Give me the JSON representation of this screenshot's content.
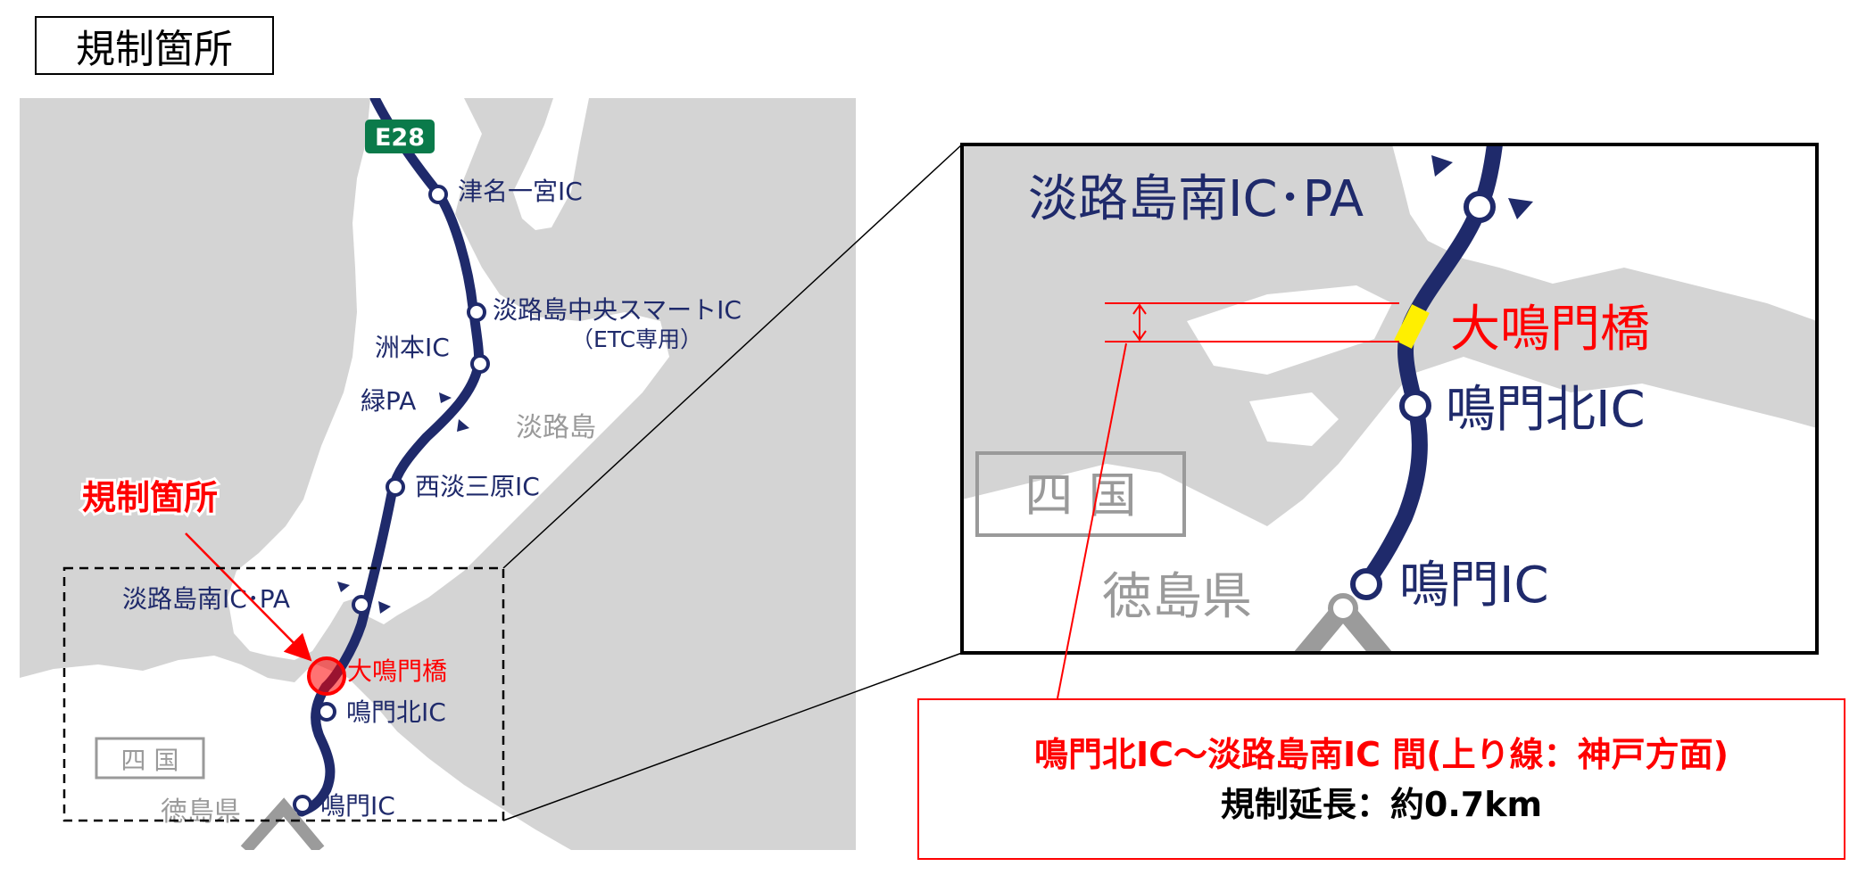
{
  "title": "規制箇所",
  "colors": {
    "route": "#1f2a6b",
    "land": "#ffffff",
    "sea": "#d4d4d4",
    "highlight": "#ff0000",
    "bridge_section": "#ffef00",
    "route_shield": "#0a7a4a"
  },
  "overview_map": {
    "route_shield": "E28",
    "stations": {
      "tsuna_ichinomiya": "津名一宮IC",
      "awaji_chuo_smart": "淡路島中央スマートIC",
      "awaji_chuo_smart_note": "（ETC専用）",
      "sumoto": "洲本IC",
      "midori_pa": "緑PA",
      "nishiawaji_mihara": "西淡三原IC",
      "awaji_minami": "淡路島南IC･PA",
      "onaruto_bridge": "大鳴門橋",
      "naruto_kita": "鳴門北IC",
      "naruto": "鳴門IC"
    },
    "regions": {
      "awaji_island": "淡路島",
      "shikoku": "四 国",
      "tokushima": "徳島県"
    },
    "regulation_label": "規制箇所"
  },
  "detail_map": {
    "stations": {
      "awaji_minami": "淡路島南IC･PA",
      "onaruto_bridge": "大鳴門橋",
      "naruto_kita": "鳴門北IC",
      "naruto": "鳴門IC"
    },
    "regions": {
      "shikoku": "四 国",
      "tokushima": "徳島県"
    }
  },
  "regulation_info": {
    "section": "鳴門北IC～淡路島南IC 間(上り線：神戸方面)",
    "length": "規制延長：約0.7km"
  }
}
